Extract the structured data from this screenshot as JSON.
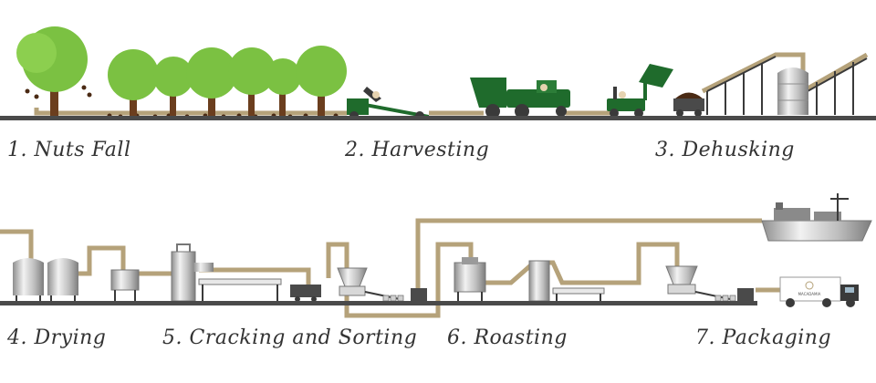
{
  "steps": [
    {
      "label": "1. Nuts Fall"
    },
    {
      "label": "2. Harvesting"
    },
    {
      "label": "3. Dehusking"
    },
    {
      "label": "4. Drying"
    },
    {
      "label": "5. Cracking and Sorting"
    },
    {
      "label": "6. Roasting"
    },
    {
      "label": "7. Packaging"
    }
  ],
  "colors": {
    "pipe": "#b5a27a",
    "ground": "#4a4a4a",
    "tree_leaf": "#7bc142",
    "tree_trunk": "#6b3e1e",
    "machine_green": "#1f6b2c",
    "steel": "#c8c8c8",
    "dark": "#3a3a3a",
    "nut": "#4a2a14"
  },
  "truck_logo_text": "MACADAMIA"
}
